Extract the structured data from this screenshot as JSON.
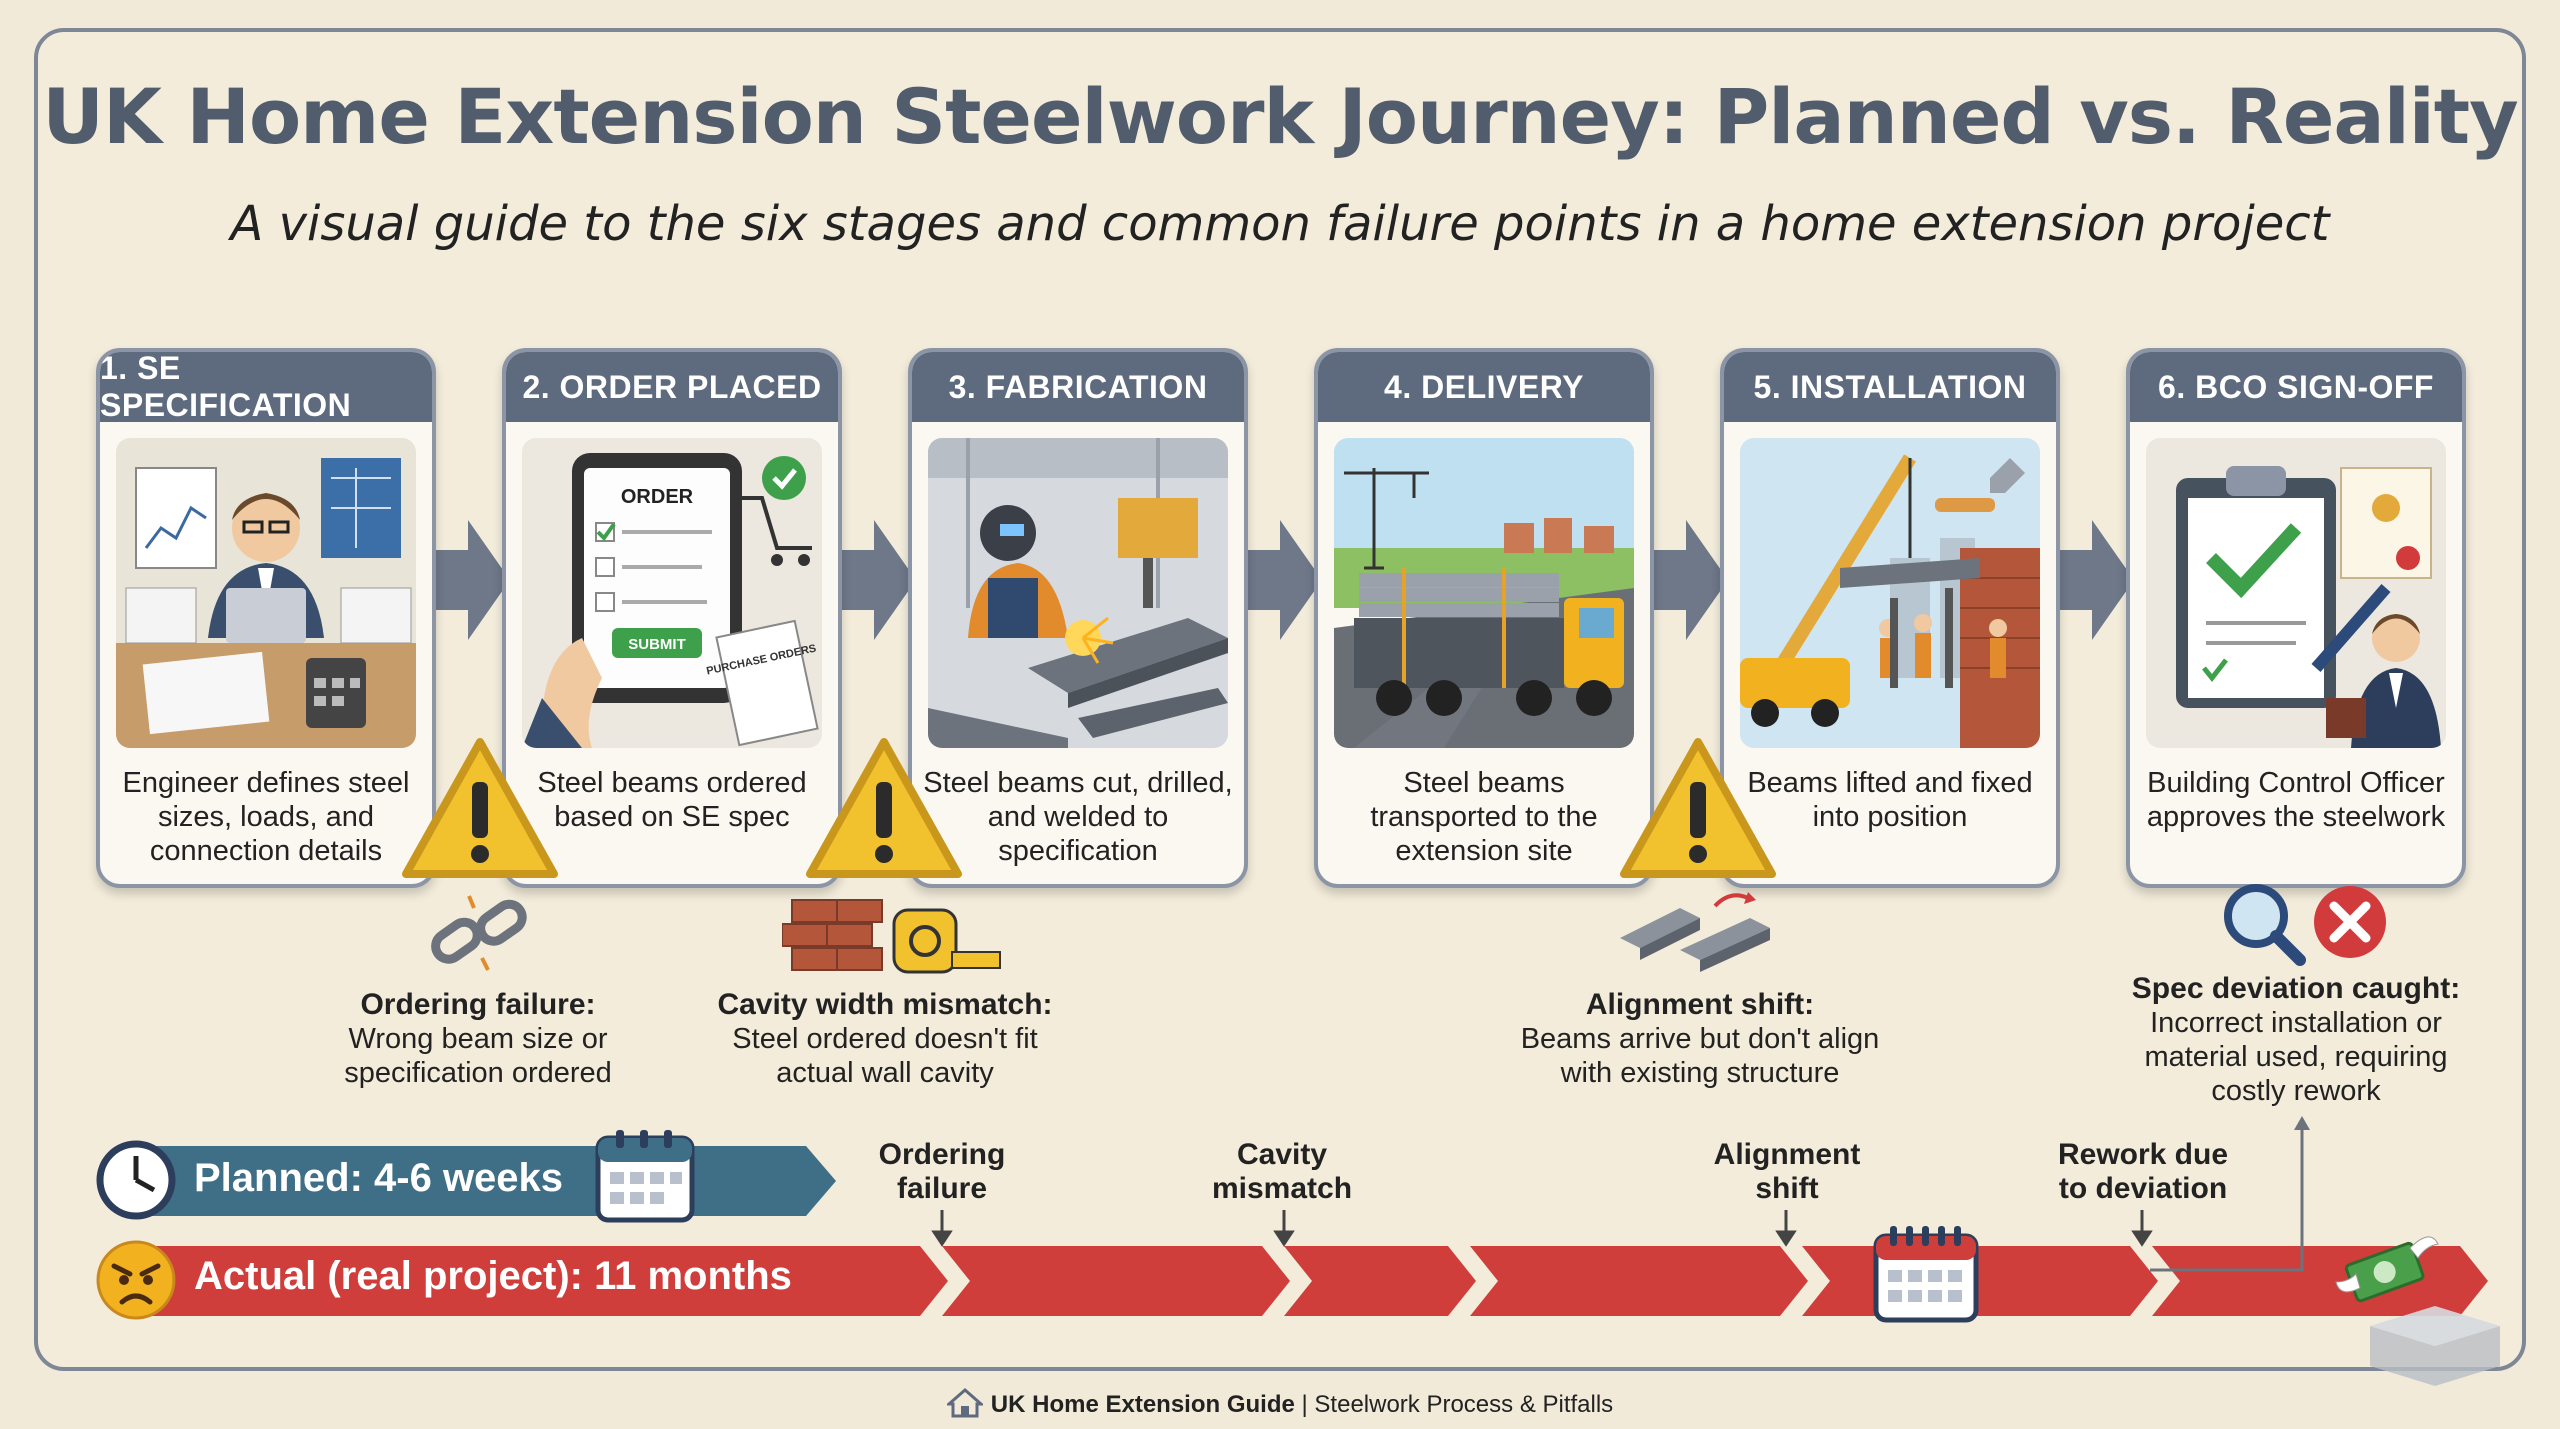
{
  "title": "UK Home Extension Steelwork Journey: Planned vs. Reality",
  "subtitle": "A visual guide to the six stages and common failure points in a home extension project",
  "stages": [
    {
      "label": "1. SE SPECIFICATION",
      "desc": "Engineer defines steel sizes, loads, and connection details",
      "icon": "engineer-desk-icon"
    },
    {
      "label": "2. ORDER PLACED",
      "desc": "Steel beams ordered based on SE spec",
      "icon": "order-tablet-icon",
      "order_word": "ORDER",
      "submit_word": "SUBMIT",
      "po_word": "PURCHASE ORDERS"
    },
    {
      "label": "3. FABRICATION",
      "desc": "Steel beams cut, drilled, and welded to specification",
      "icon": "welder-icon"
    },
    {
      "label": "4. DELIVERY",
      "desc": "Steel beams transported to the extension site",
      "icon": "delivery-truck-icon"
    },
    {
      "label": "5. INSTALLATION",
      "desc": "Beams lifted and fixed into position",
      "icon": "crane-install-icon"
    },
    {
      "label": "6. BCO SIGN-OFF",
      "desc": "Building Control Officer approves the steelwork",
      "icon": "approval-clipboard-icon"
    }
  ],
  "failures": [
    {
      "title": "Ordering failure:",
      "text": "Wrong beam size or specification ordered",
      "icon": "broken-chain-icon"
    },
    {
      "title": "Cavity width mismatch:",
      "text": "Steel ordered doesn't fit actual wall cavity",
      "icon": "brick-tape-icon"
    },
    {
      "title": "Alignment shift:",
      "text": "Beams arrive but don't align with existing structure",
      "icon": "misaligned-beams-icon"
    },
    {
      "title": "Spec deviation caught:",
      "text": "Incorrect installation or material used, requiring costly rework",
      "icon": "magnifier-reject-icon"
    }
  ],
  "timeline": {
    "planned": "Planned: 4-6 weeks",
    "actual": "Actual (real project): 11 months",
    "markers": [
      "Ordering failure",
      "Cavity mismatch",
      "Alignment shift",
      "Rework due to deviation"
    ]
  },
  "footer": {
    "brand": "UK Home Extension Guide",
    "rest": " | Steelwork Process & Pitfalls"
  },
  "colors": {
    "header": "#5e6b7e",
    "planned": "#3f6f86",
    "actual": "#cf3e3b",
    "warning": "#f2c12e",
    "accent_green": "#3ea04a"
  }
}
